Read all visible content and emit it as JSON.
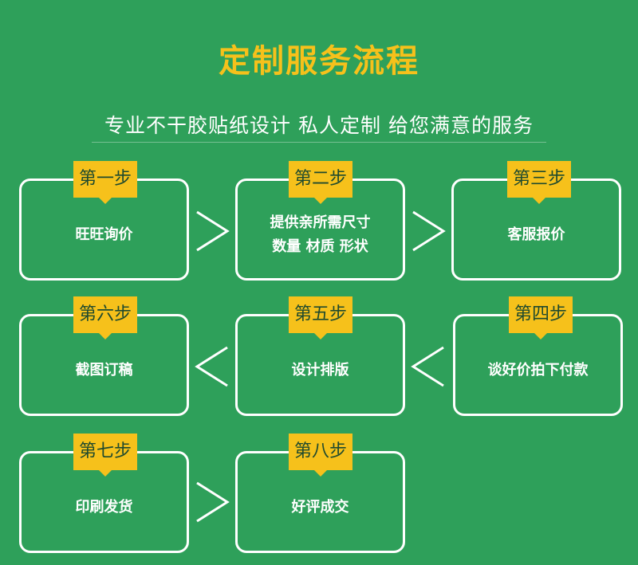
{
  "header": {
    "title": "定制服务流程",
    "subtitle": "专业不干胶贴纸设计 私人定制 给您满意的服务"
  },
  "steps": [
    {
      "tag": "第一步",
      "line1": "旺旺询价",
      "line2": ""
    },
    {
      "tag": "第二步",
      "line1": "提供亲所需尺寸",
      "line2": "数量 材质 形状"
    },
    {
      "tag": "第三步",
      "line1": "客服报价",
      "line2": ""
    },
    {
      "tag": "第四步",
      "line1": "谈好价拍下付款",
      "line2": ""
    },
    {
      "tag": "第五步",
      "line1": "设计排版",
      "line2": ""
    },
    {
      "tag": "第六步",
      "line1": "截图订稿",
      "line2": ""
    },
    {
      "tag": "第七步",
      "line1": "印刷发货",
      "line2": ""
    },
    {
      "tag": "第八步",
      "line1": "好评成交",
      "line2": ""
    }
  ],
  "colors": {
    "background": "#2ea05a",
    "accent": "#f6c11b",
    "tag_text": "#1f4a2e",
    "box_border": "#ffffff"
  },
  "icons": {
    "arrow_right": "chevron-right-icon",
    "arrow_left": "chevron-left-icon"
  }
}
